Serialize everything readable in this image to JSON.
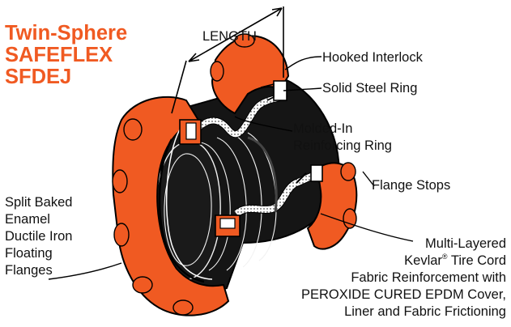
{
  "colors": {
    "flange": "#f05a22",
    "rubber": "#151515",
    "outline": "#000000",
    "fabric": "#ffffff"
  },
  "title": {
    "line1": "Twin-Sphere",
    "line2": "SAFEFLEX",
    "line3": "SFDEJ"
  },
  "dimension": {
    "length_label": "LENGTH"
  },
  "callouts": {
    "hooked_interlock": "Hooked Interlock",
    "solid_steel_ring": "Solid Steel Ring",
    "molded_in_ring": {
      "line1": "Molded-In",
      "line2": "Reinforcing Ring"
    },
    "flange_stops": "Flange Stops",
    "floating_flanges": {
      "line1": "Split Baked",
      "line2": "Enamel",
      "line3": "Ductile Iron",
      "line4": "Floating",
      "line5": "Flanges"
    },
    "fabric": {
      "line1": "Multi-Layered",
      "line2a": "Kevlar",
      "line2_mark": "®",
      "line2b": " Tire Cord",
      "line3": "Fabric Reinforcement with",
      "line4": "PEROXIDE CURED EPDM Cover,",
      "line5": "Liner and Fabric Frictioning"
    }
  }
}
